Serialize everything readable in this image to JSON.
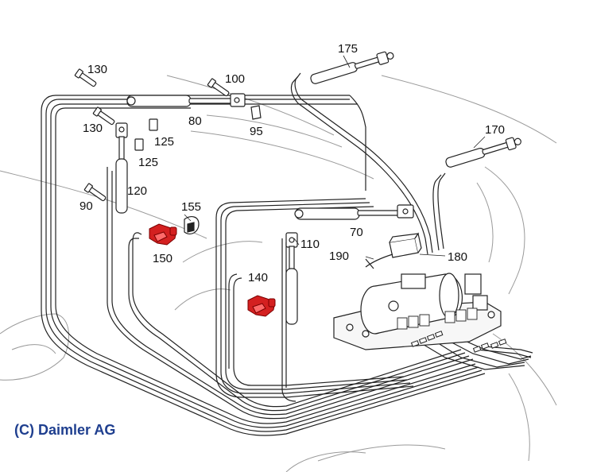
{
  "copyright": "(C) Daimler AG",
  "callouts": {
    "n175": "175",
    "n170": "170",
    "n130a": "130",
    "n130b": "130",
    "n100": "100",
    "n80": "80",
    "n95": "95",
    "n125a": "125",
    "n125b": "125",
    "n120": "120",
    "n90": "90",
    "n155": "155",
    "n150": "150",
    "n70": "70",
    "n110": "110",
    "n190": "190",
    "n180": "180",
    "n140": "140"
  },
  "colors": {
    "line": "#222222",
    "ghost": "#9a9a9a",
    "valve": "#d42020",
    "copyright": "#1f3f8f"
  }
}
